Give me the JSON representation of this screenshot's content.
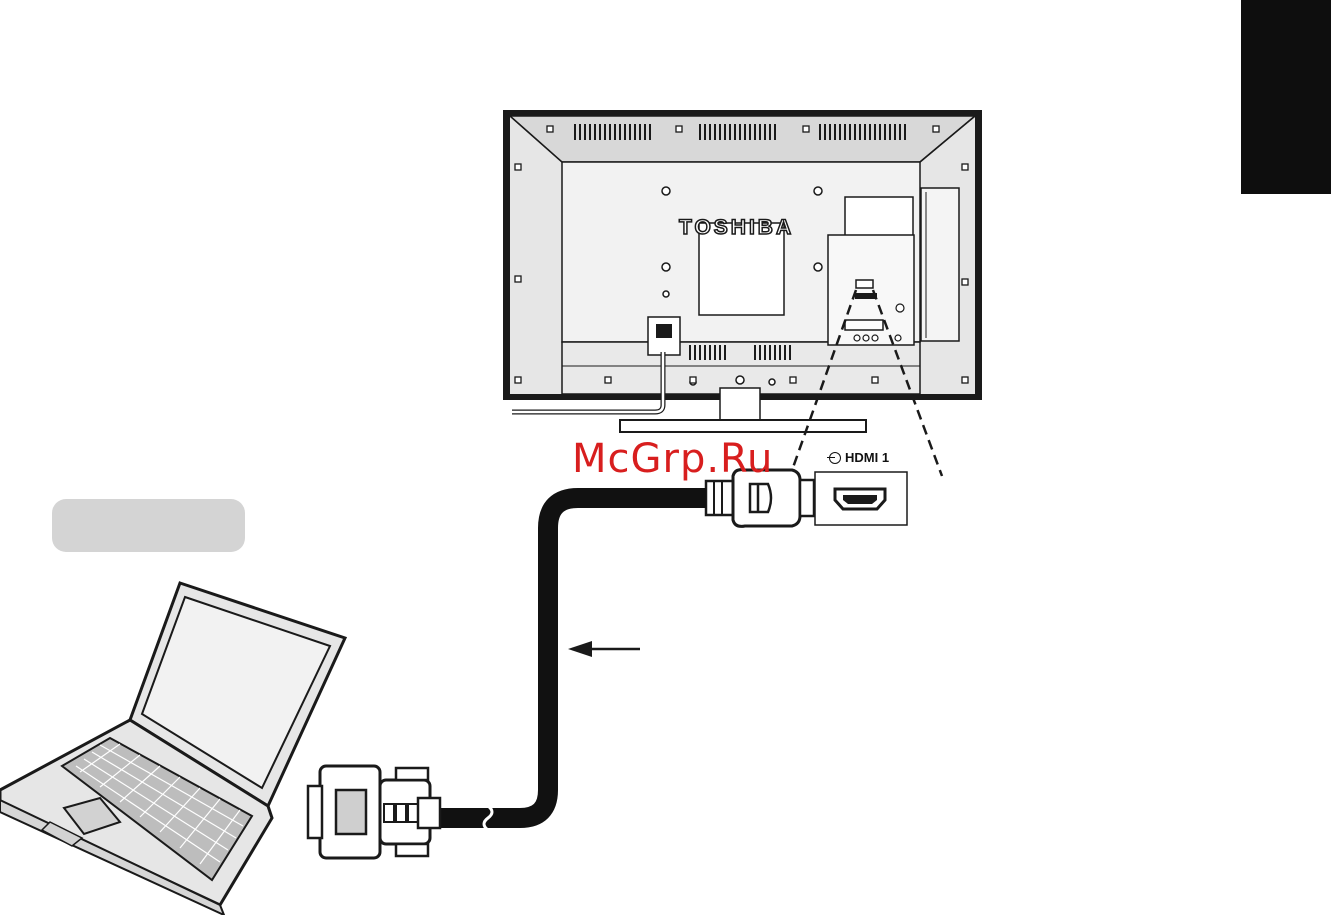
{
  "tv": {
    "brand": "TOSHIBA"
  },
  "hdmi_port": {
    "label": "HDMI 1",
    "icon": "input-arrow-icon"
  },
  "watermark": {
    "text": "McGrp.Ru"
  },
  "caption_pill": {
    "text": ""
  },
  "colors": {
    "tv_panel": "#e6e6e6",
    "tv_inner": "#f2f2f2",
    "outline": "#1a1a1a",
    "cable": "#111111",
    "watermark": "#d81e1e",
    "caption_pill": "#d4d4d4",
    "side_tab": "#0e0e0e"
  },
  "icons": [
    "input-arrow-icon",
    "signal-direction-arrow-icon"
  ]
}
